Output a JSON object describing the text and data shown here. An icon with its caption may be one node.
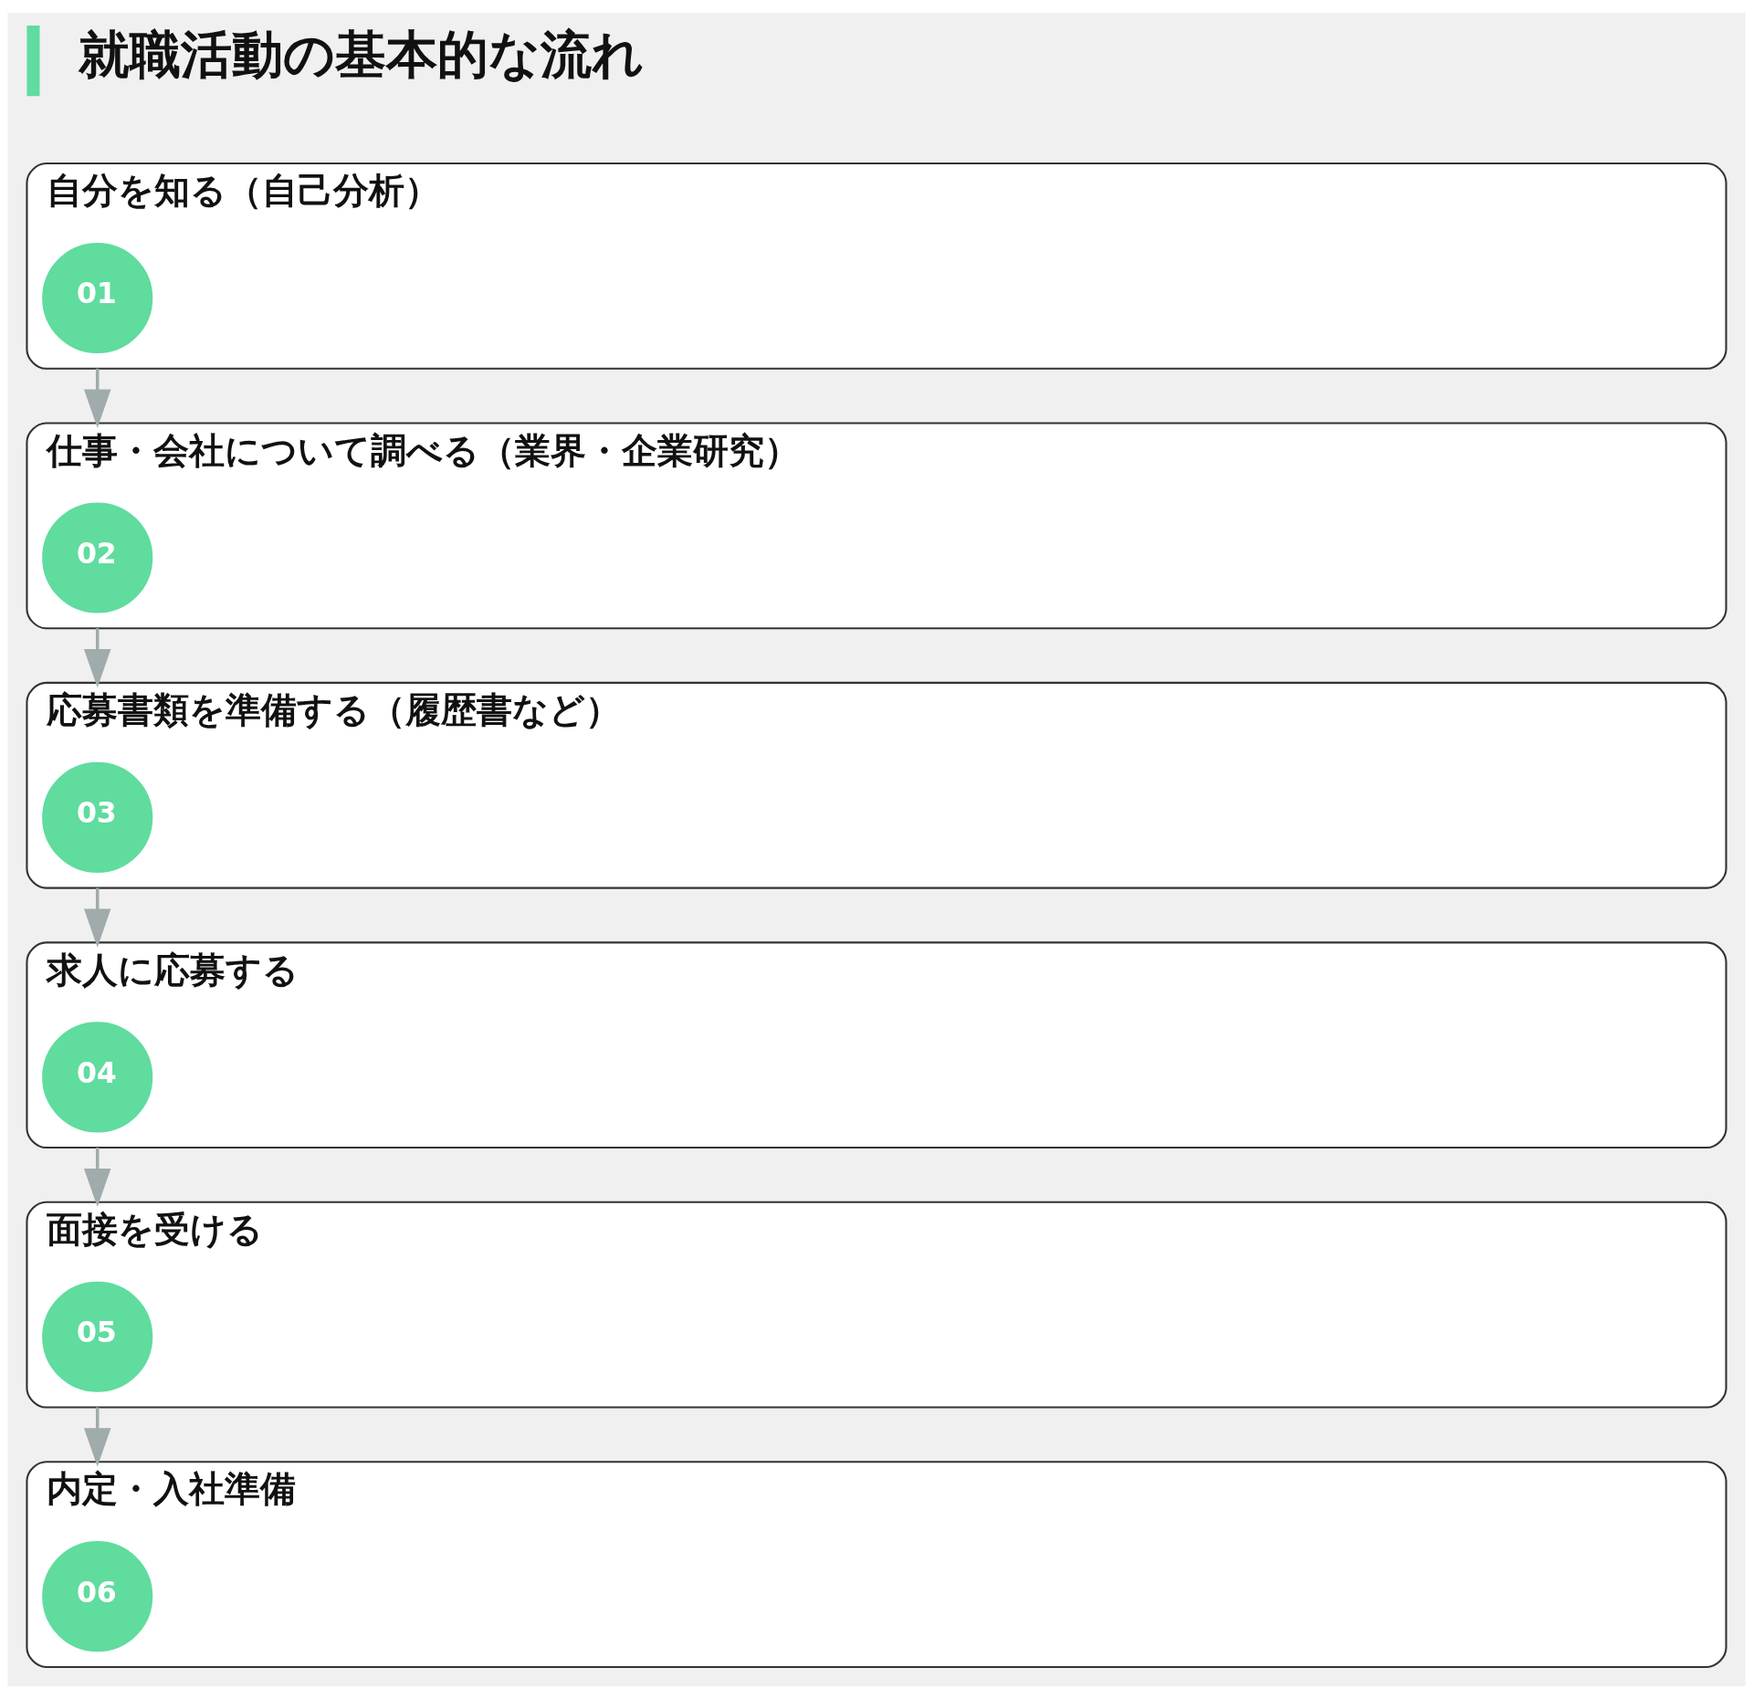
{
  "diagram": {
    "title": "就職活動の基本的な流れ",
    "nodes": [
      {
        "text": [
          "自分を知る（自己分析）"
        ]
      },
      {
        "text": [
          "01"
        ],
        "in": 0
      },
      {
        "text": [
          "仕事・会社について調べる（業界・企業研究）"
        ]
      },
      {
        "text": [
          "02"
        ],
        "in": 2
      },
      {
        "text": [
          "応募書類を準備する（履歴書など）"
        ]
      },
      {
        "text": [
          "03"
        ],
        "in": 4
      },
      {
        "text": [
          "求人に応募する"
        ]
      },
      {
        "text": [
          "04"
        ],
        "in": 6
      },
      {
        "text": [
          "面接を受ける"
        ]
      },
      {
        "text": [
          "05"
        ],
        "in": 8
      },
      {
        "text": [
          "内定・入社準備"
        ]
      },
      {
        "text": [
          "06"
        ],
        "in": 10
      }
    ],
    "edges": [
      {
        "from": 0,
        "to": 2,
        "arrow": "to"
      },
      {
        "from": 2,
        "to": 4,
        "arrow": "to"
      },
      {
        "from": 4,
        "to": 6,
        "arrow": "to"
      },
      {
        "from": 6,
        "to": 8,
        "arrow": "to"
      },
      {
        "from": 8,
        "to": 10,
        "arrow": "to"
      }
    ]
  }
}
